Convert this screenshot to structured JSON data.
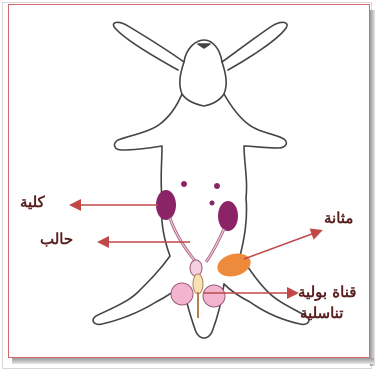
{
  "colors": {
    "outline": "#444444",
    "arrow": "#c04848",
    "frame": "#d46a6a",
    "kidney": "#8b2467",
    "bladder": "#ee8a3c",
    "gland": "#f2b4cf",
    "ureter": "#b56a8c",
    "label": "#5a1f1f"
  },
  "labels": {
    "kidney": "كلية",
    "ureter": "حالب",
    "bladder": "مثانة",
    "urethra_line1": "قناة بولية",
    "urethra_line2": "تناسلية"
  }
}
